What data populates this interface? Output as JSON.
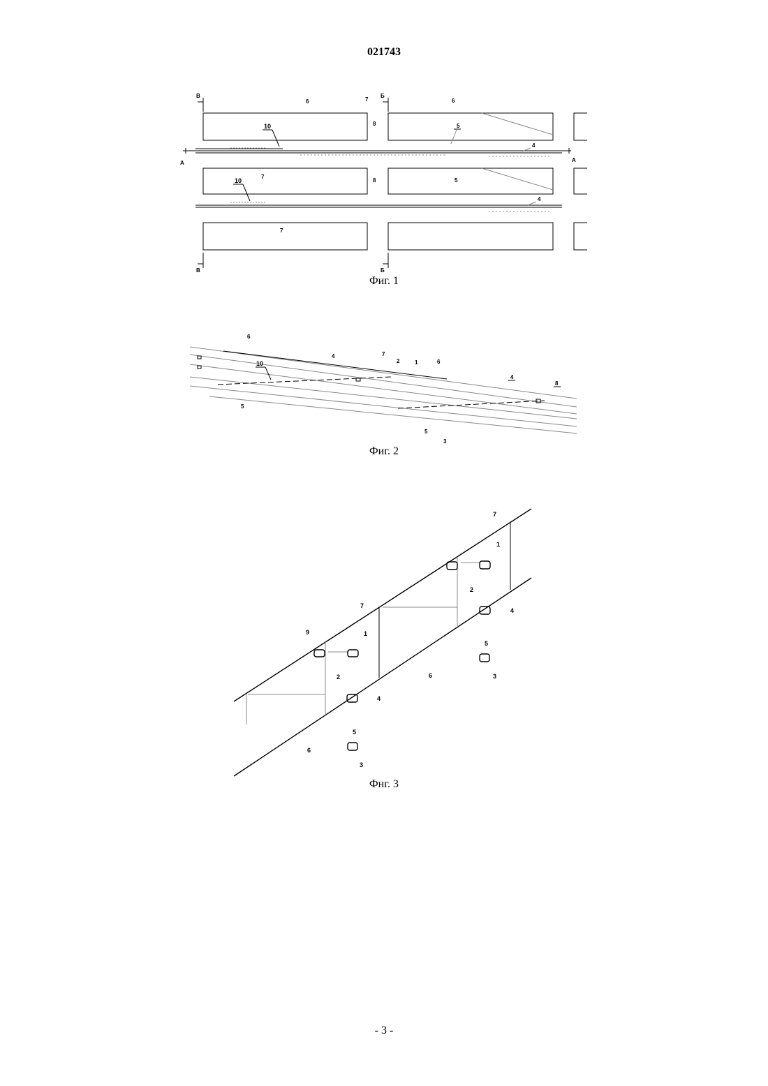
{
  "header": {
    "patent_number": "021743"
  },
  "figures": [
    {
      "caption": "Фиг. 1",
      "section_marks": {
        "v": "В",
        "b": "Б",
        "a": "А"
      },
      "labels": {
        "l4": "4",
        "l5": "5",
        "l6": "6",
        "l7": "7",
        "l8": "8",
        "l10": "10"
      }
    },
    {
      "caption": "Фиг. 2",
      "labels": {
        "l1": "1",
        "l2": "2",
        "l3": "3",
        "l4": "4",
        "l5": "5",
        "l6": "6",
        "l7": "7",
        "l8": "8",
        "l10": "10"
      }
    },
    {
      "caption": "Фнг. 3",
      "labels": {
        "l1": "1",
        "l2": "2",
        "l3": "3",
        "l4": "4",
        "l5": "5",
        "l6": "6",
        "l7": "7",
        "l9": "9"
      }
    }
  ],
  "footer": {
    "page_label": "- 3 -"
  }
}
